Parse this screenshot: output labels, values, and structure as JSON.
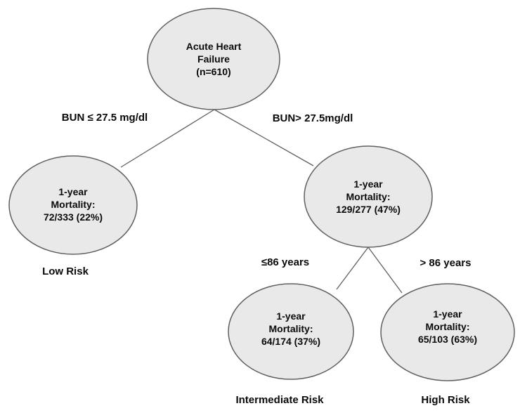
{
  "diagram": {
    "type": "decision-tree",
    "colors": {
      "background": "#ffffff",
      "node_fill": "#e9e9e9",
      "node_stroke": "#606060",
      "edge_stroke": "#606060",
      "text": "#0a0a0a"
    },
    "nodes": {
      "root": {
        "lines": [
          "Acute Heart",
          "Failure",
          "(n=610)"
        ]
      },
      "low": {
        "lines": [
          "1-year",
          "Mortality:",
          "72/333 (22%)"
        ],
        "risk_label": "Low Risk"
      },
      "elevated": {
        "lines": [
          "1-year",
          "Mortality:",
          "129/277 (47%)"
        ]
      },
      "intermediate": {
        "lines": [
          "1-year",
          "Mortality:",
          "64/174 (37%)"
        ],
        "risk_label": "Intermediate Risk"
      },
      "high": {
        "lines": [
          "1-year",
          "Mortality:",
          "65/103 (63%)"
        ],
        "risk_label": "High Risk"
      }
    },
    "edge_labels": {
      "bun_low": "BUN ≤ 27.5 mg/dl",
      "bun_high": "BUN> 27.5mg/dl",
      "age_low": "≤86 years",
      "age_high": "> 86 years"
    }
  }
}
